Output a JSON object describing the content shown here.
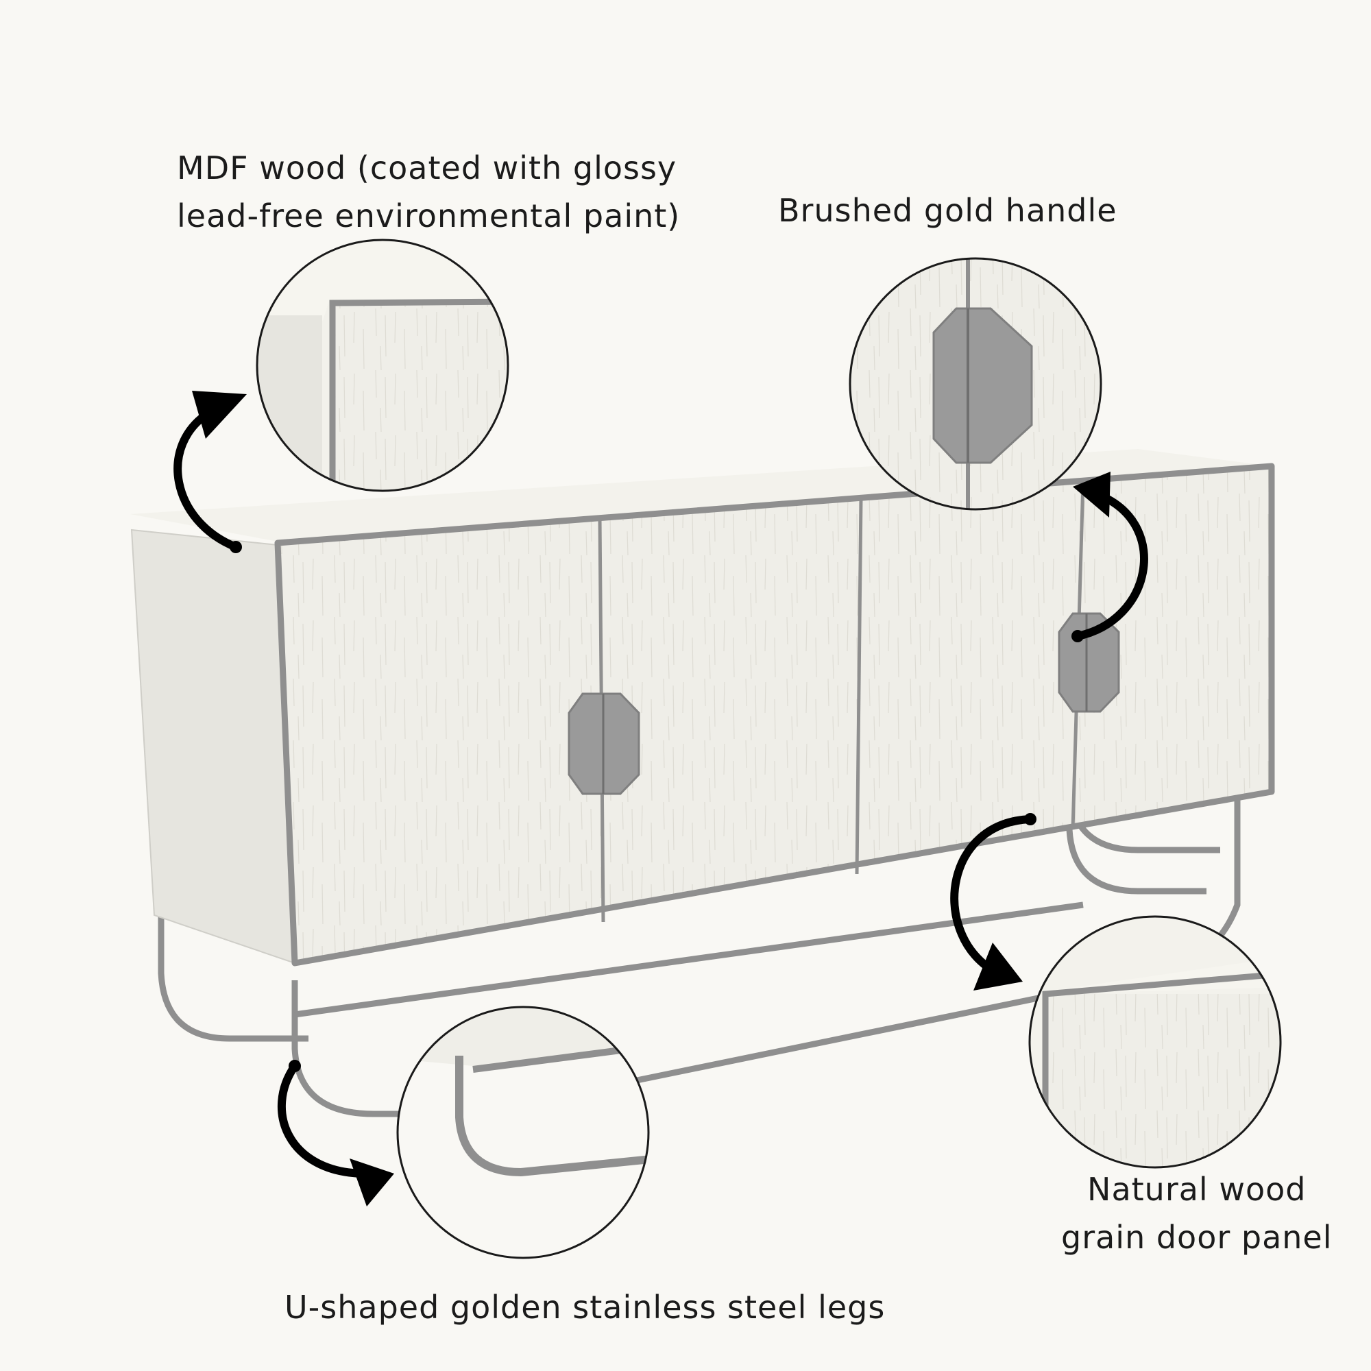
{
  "background": "#f9f8f4",
  "colors": {
    "wood": "#efeee8",
    "wood_side": "#e6e5df",
    "trim": "#8f8f8f",
    "handle": "#9a9a9a",
    "arrow": "#000000"
  },
  "callouts": {
    "mdf": {
      "line1": "MDF wood (coated with glossy",
      "line2": "lead-free environmental paint)"
    },
    "handle": {
      "line1": "Brushed gold handle"
    },
    "panel": {
      "line1": "Natural wood",
      "line2": "grain door panel"
    },
    "legs": {
      "line1": "U-shaped golden stainless steel legs"
    }
  }
}
